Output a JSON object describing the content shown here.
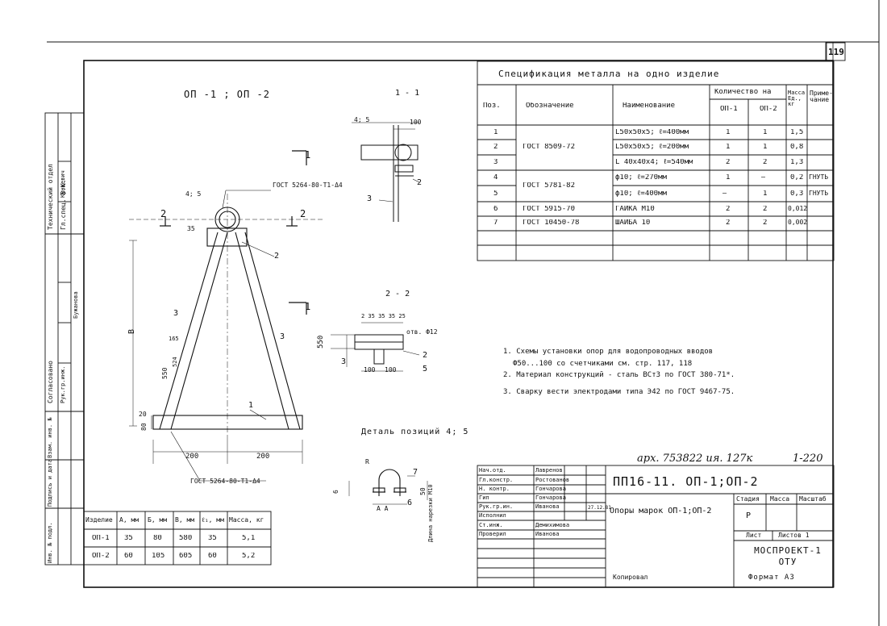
{
  "sheet_number": "119",
  "title_left": "ОП -1 ; ОП -2",
  "section_11": "1 - 1",
  "section_22": "2 - 2",
  "detail_title": "Деталь позиций 4; 5",
  "spec": {
    "title": "Спецификация металла на одно изделие",
    "headers": {
      "pos": "Поз.",
      "designation": "Обозначение",
      "name": "Наименование",
      "qty": "Количество на",
      "op1": "ОП-1",
      "op2": "ОП-2",
      "mass": "Масса Ед., кг",
      "note": "Приме-чание"
    },
    "rows": [
      {
        "pos": "1",
        "des": "",
        "name": "L50x50x5; ℓ=400мм",
        "op1": "1",
        "op2": "1",
        "mass": "1,5",
        "note": ""
      },
      {
        "pos": "2",
        "des": "ГОСТ 8509-72",
        "name": "L50x50x5; ℓ=200мм",
        "op1": "1",
        "op2": "1",
        "mass": "0,8",
        "note": ""
      },
      {
        "pos": "3",
        "des": "",
        "name": "L 40x40x4; ℓ=540мм",
        "op1": "2",
        "op2": "2",
        "mass": "1,3",
        "note": ""
      },
      {
        "pos": "4",
        "des": "",
        "name": "ф10; ℓ=270мм",
        "op1": "1",
        "op2": "—",
        "mass": "0,2",
        "note": "ГНУТЬ"
      },
      {
        "pos": "5",
        "des": "ГОСТ 5781-82",
        "name": "ф10; ℓ=400мм",
        "op1": "—",
        "op2": "1",
        "mass": "0,3",
        "note": "ГНУТЬ"
      },
      {
        "pos": "6",
        "des": "ГОСТ 5915-70",
        "name": "ГАЙКА М10",
        "op1": "2",
        "op2": "2",
        "mass": "0,012",
        "note": ""
      },
      {
        "pos": "7",
        "des": "ГОСТ 10450-78",
        "name": "ШАЙБА 10",
        "op1": "2",
        "op2": "2",
        "mass": "0,002",
        "note": ""
      }
    ]
  },
  "notes": [
    "1. Схемы установки опор для водопроводных вводов",
    "Ф50...100 со счетчиками см. стр. 117, 118",
    "2. Материал конструкций - сталь ВСт3 по ГОСТ 380-71*.",
    "3. Сварку вести электродами типа Э42 по ГОСТ 9467-75."
  ],
  "weld_label": "ГОСТ 5264-80-Т1-Δ4",
  "dims": {
    "d100": "100",
    "d45": "4; 5",
    "d200a": "200",
    "d200b": "200",
    "d550": "550",
    "d550b": "550",
    "d35": "35",
    "d80": "80",
    "dB": "В",
    "d165": "165",
    "d524": "524",
    "d20": "20",
    "r23535": "2 35 35 35 25",
    "hole": "отв. Ф12",
    "d100b": "100",
    "d100c": "100",
    "d6": "6",
    "d50": "50",
    "dA": "А",
    "dAA": "А  А",
    "dR": "R",
    "dlen": "Длина нарезки М10",
    "p1": "1",
    "p2": "2",
    "p3": "3",
    "p5": "5",
    "p6": "6",
    "p7": "7"
  },
  "dim_table": {
    "headers": [
      "Изделие",
      "А, мм",
      "Б, мм",
      "В, мм",
      "ℓ₁, мм",
      "Масса, кг"
    ],
    "rows": [
      [
        "ОП-1",
        "35",
        "80",
        "580",
        "35",
        "5,1"
      ],
      [
        "ОП-2",
        "60",
        "105",
        "605",
        "60",
        "5,2"
      ]
    ]
  },
  "title_block": {
    "code": "ПП16-11.  ОП-1;ОП-2",
    "name": "Опоры марок ОП-1;ОП-2",
    "org": "МОСПРОЕКТ-1 ОТУ",
    "stage_h": "Стадия",
    "mass_h": "Масса",
    "scale_h": "Масштаб",
    "stage": "Р",
    "sheet_h": "Лист",
    "sheets_h": "Листов 1",
    "date": "27.12.81",
    "roles": [
      {
        "role": "Нач.отд.",
        "name": "Лавренов"
      },
      {
        "role": "Гл.констр.",
        "name": "Ростованов"
      },
      {
        "role": "Н. контр.",
        "name": "Гончарова"
      },
      {
        "role": "Гип",
        "name": "Гончарова"
      },
      {
        "role": "Рук.гр.ин.",
        "name": "Иванова"
      },
      {
        "role": "Исполнил",
        "name": ""
      },
      {
        "role": "Ст.инж.",
        "name": "Демихимова"
      },
      {
        "role": "Проверил",
        "name": "Иванова"
      }
    ],
    "copied": "Копировал",
    "format": "Формат А3",
    "handwritten": "арх. 753822 ия. 127к",
    "handwritten2": "1-220"
  },
  "side_stamp": {
    "dept": "Технический отдел",
    "gl": "Гл.спец. В.К.",
    "agreed": "Согласовано",
    "roles": [
      "Рук.гр.инж.",
      "Кунцевич",
      "Бужанова"
    ],
    "inv": "Инв. № подл.",
    "sign": "Подпись и дата",
    "inv2": "Взам. инв. №"
  }
}
